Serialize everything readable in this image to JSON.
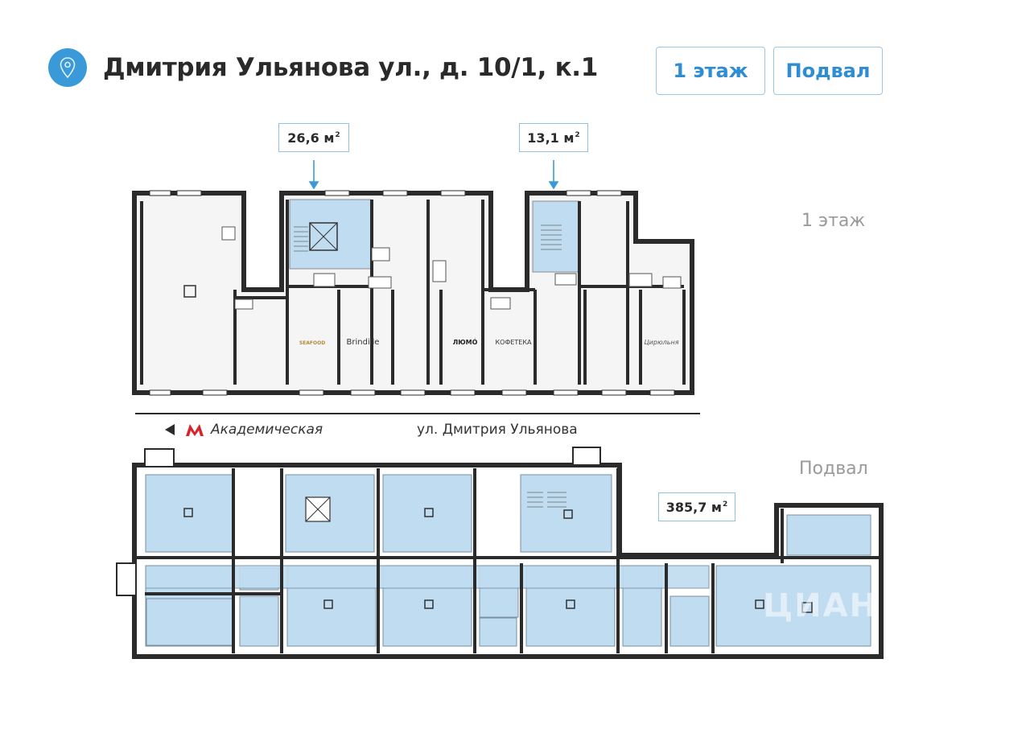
{
  "header": {
    "title": "Дмитрия Ульянова ул., д. 10/1, к.1",
    "location_icon": "map-pin-icon",
    "floor_buttons": [
      {
        "label": "1 этаж"
      },
      {
        "label": "Подвал"
      }
    ]
  },
  "first_floor": {
    "label": "1 этаж",
    "areas": [
      {
        "value": "26,6 м",
        "sup": "2"
      },
      {
        "value": "13,1 м",
        "sup": "2"
      }
    ],
    "tenants": [
      "SEAFOOD",
      "Brindille",
      "ЛЮМÓ",
      "КОФЕТЕКА",
      "Цирюльня"
    ]
  },
  "street_line": {
    "metro_station": "Академическая",
    "street_name": "ул. Дмитрия Ульянова"
  },
  "basement": {
    "label": "Подвал",
    "area": {
      "value": "385,7 м",
      "sup": "2"
    }
  },
  "watermark": "ЦИАН",
  "colors": {
    "accent": "#3a9ad9",
    "highlight_fill": "#bfdcf0",
    "wall": "#2b2b2b",
    "floor_fill": "#f4f4f4"
  }
}
